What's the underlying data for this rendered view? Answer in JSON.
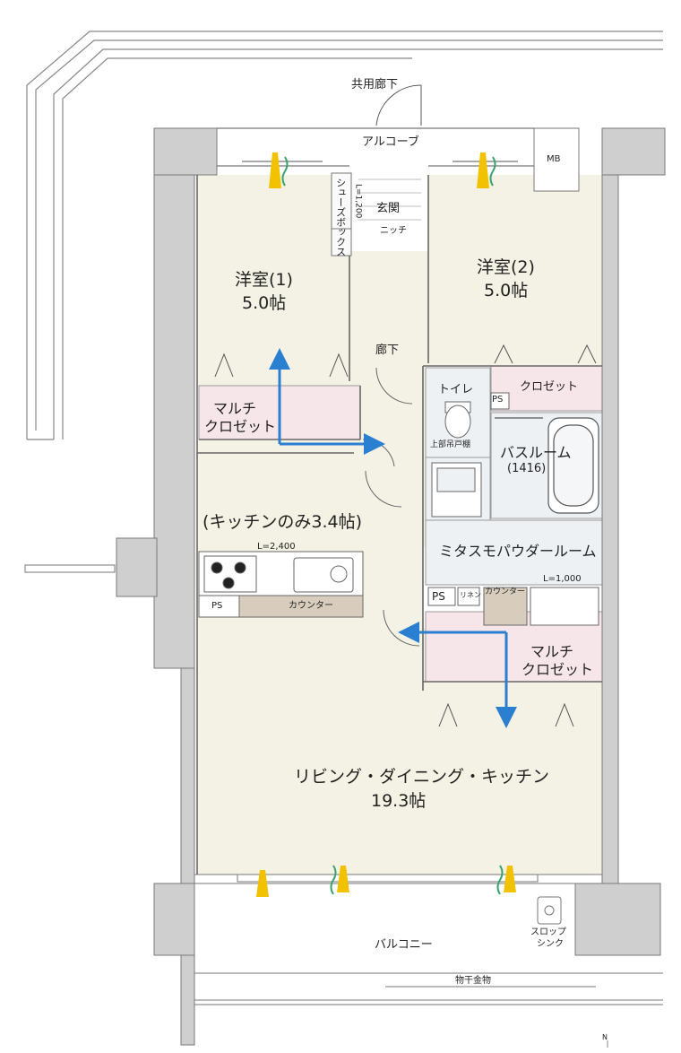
{
  "labels": {
    "common_corridor": "共用廊下",
    "alcove": "アルコーブ",
    "mb": "MB",
    "shoe_box": "シューズボックス",
    "shoe_box_length": "L=1,200",
    "entrance": "玄関",
    "niche": "ニッチ",
    "western_room_1_name": "洋室(1)",
    "western_room_1_size": "5.0帖",
    "western_room_2_name": "洋室(2)",
    "western_room_2_size": "5.0帖",
    "hallway": "廊下",
    "toilet": "トイレ",
    "toilet_ps": "PS",
    "toilet_upper_shelf": "上部吊戸棚",
    "closet": "クロゼット",
    "multi_closet_1_line1": "マルチ",
    "multi_closet_1_line2": "クロゼット",
    "bathroom_name": "バスルーム",
    "bathroom_size": "(1416)",
    "kitchen_only": "(キッチンのみ3.4帖)",
    "kitchen_length": "L=2,400",
    "powder_room": "ミタスモパウダールーム",
    "ps_kitchen": "PS",
    "counter_kitchen": "カウンター",
    "ps_right": "PS",
    "linen": "リネン",
    "counter_right": "カウンター",
    "counter_right_length": "L=1,000",
    "multi_closet_2_line1": "マルチ",
    "multi_closet_2_line2": "クロゼット",
    "ldk_name": "リビング・ダイニング・キッチン",
    "ldk_size": "19.3帖",
    "slop_sink_line1": "スロップ",
    "slop_sink_line2": "シンク",
    "balcony": "バルコニー",
    "clothesline": "物干金物",
    "north_mark": "N"
  },
  "colors": {
    "floor": "#f4f2e4",
    "closet_pink": "#f6e6ea",
    "wall": "#cfcfcf",
    "wall_edge": "#7a7a7a",
    "counter": "#d8cdbd",
    "arrow": "#2b7fd0",
    "vent_yellow": "#f2c200",
    "vent_green": "#3aa36a"
  }
}
